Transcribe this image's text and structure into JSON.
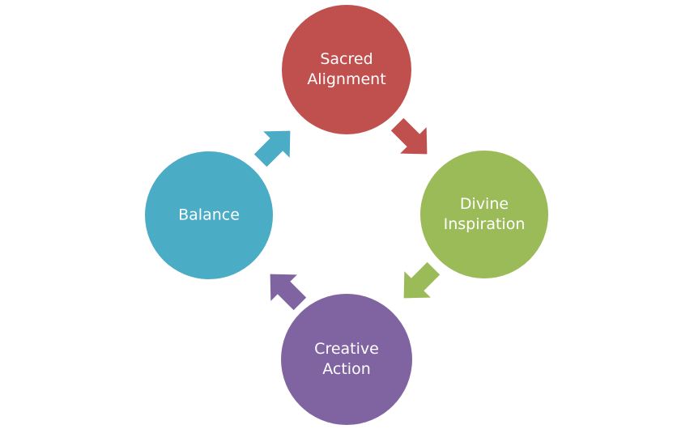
{
  "diagram": {
    "type": "cycle",
    "nodes": [
      {
        "id": "sacred-alignment",
        "lines": [
          "Sacred",
          "Alignment"
        ],
        "color": "#C0504D"
      },
      {
        "id": "divine-inspiration",
        "lines": [
          "Divine",
          "Inspiration"
        ],
        "color": "#9BBB59"
      },
      {
        "id": "creative-action",
        "lines": [
          "Creative",
          "Action"
        ],
        "color": "#8064A2"
      },
      {
        "id": "balance",
        "lines": [
          "Balance"
        ],
        "color": "#4BACC6"
      }
    ],
    "edges": [
      {
        "from": "sacred-alignment",
        "to": "divine-inspiration",
        "color": "#C0504D",
        "direction": "down-right"
      },
      {
        "from": "divine-inspiration",
        "to": "creative-action",
        "color": "#9BBB59",
        "direction": "down-left"
      },
      {
        "from": "creative-action",
        "to": "balance",
        "color": "#8064A2",
        "direction": "up-left"
      },
      {
        "from": "balance",
        "to": "sacred-alignment",
        "color": "#4BACC6",
        "direction": "up-right"
      }
    ]
  }
}
